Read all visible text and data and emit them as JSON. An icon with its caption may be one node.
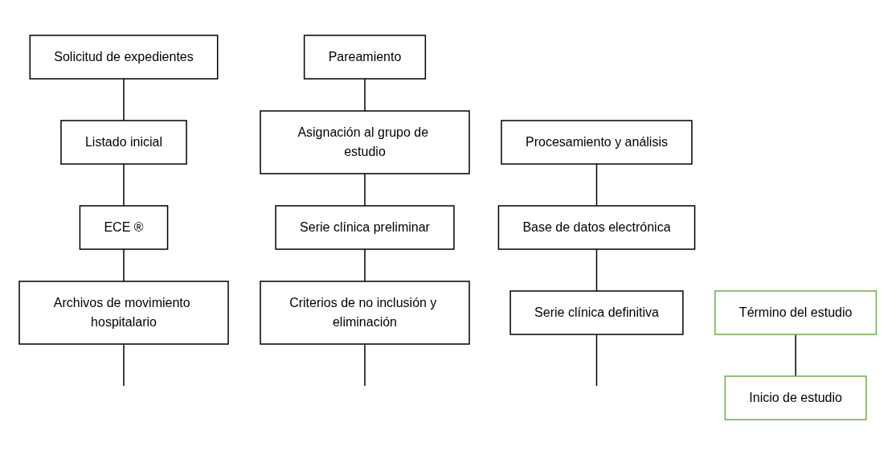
{
  "diagram": {
    "nodes": [
      {
        "text": [
          "Solicitud de expedientes"
        ]
      },
      {
        "text": [
          "Pareamiento"
        ]
      },
      {
        "text": [
          "Listado inicial"
        ]
      },
      {
        "text": [
          "Asignación al grupo de estudio"
        ]
      },
      {
        "text": [
          "Procesamiento y análisis"
        ]
      },
      {
        "text": [
          "ECE ®"
        ]
      },
      {
        "text": [
          "Serie clínica preliminar"
        ]
      },
      {
        "text": [
          "Base de datos electrónica"
        ]
      },
      {
        "text": [
          "Archivos de movimiento hospitalario"
        ]
      },
      {
        "text": [
          "Criterios de no inclusión y eliminación"
        ]
      },
      {
        "text": [
          "Serie clínica definitiva"
        ]
      },
      {
        "text": [
          "Inicio de estudio"
        ]
      },
      {
        "text": [
          "Término del estudio"
        ]
      }
    ],
    "edges": [
      {
        "from": 11,
        "to": 12,
        "arrow": "none"
      },
      {
        "from": null,
        "to": 8,
        "arrow": "none"
      },
      {
        "from": 8,
        "to": 5,
        "arrow": "none"
      },
      {
        "from": 5,
        "to": 2,
        "arrow": "none"
      },
      {
        "from": 2,
        "to": 0,
        "arrow": "none"
      },
      {
        "from": null,
        "to": 9,
        "arrow": "none"
      },
      {
        "from": 9,
        "to": 6,
        "arrow": "none"
      },
      {
        "from": 6,
        "to": 3,
        "arrow": "none"
      },
      {
        "from": 3,
        "to": 1,
        "arrow": "none"
      },
      {
        "from": null,
        "to": 10,
        "arrow": "none"
      },
      {
        "from": 10,
        "to": 7,
        "arrow": "none"
      },
      {
        "from": 7,
        "to": 4,
        "arrow": "none"
      }
    ]
  }
}
